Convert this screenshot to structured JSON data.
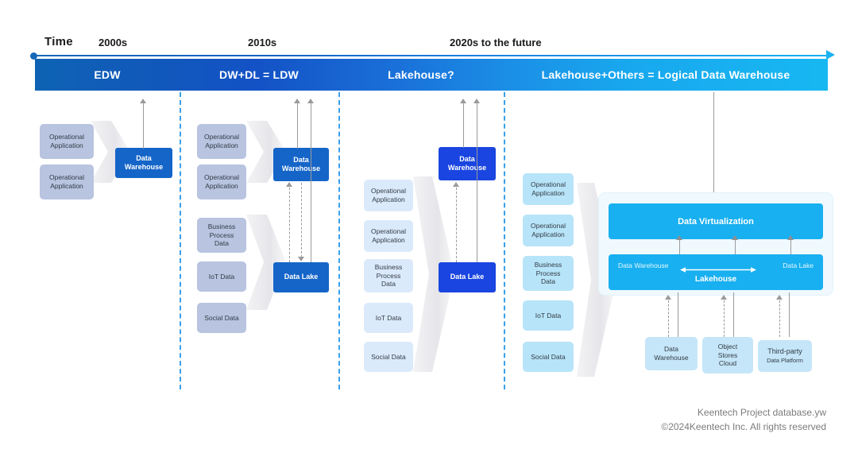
{
  "timeline": {
    "axis_label": "Time",
    "start_dot": "timeline-start-dot",
    "end_arrow": "timeline-end-arrow",
    "eras": [
      {
        "year": "2000s",
        "banner": "EDW"
      },
      {
        "year": "2010s",
        "banner": "DW+DL = LDW"
      },
      {
        "year": "2020s  to  the future",
        "banner": "Lakehouse?"
      },
      {
        "year": "",
        "banner": "Lakehouse+Others  =  Logical Data Warehouse"
      }
    ]
  },
  "columns": [
    {
      "id": "edw",
      "sources": [
        {
          "label": "Operational\nApplication"
        },
        {
          "label": "Operational\nApplication"
        }
      ],
      "nodes": [
        {
          "label": "Data\nWarehouse"
        }
      ]
    },
    {
      "id": "ldw",
      "sources": [
        {
          "label": "Operational\nApplication"
        },
        {
          "label": "Operational\nApplication"
        },
        {
          "label": "Business\nProcess\nData"
        },
        {
          "label": "IoT Data"
        },
        {
          "label": "Social Data"
        }
      ],
      "nodes": [
        {
          "label": "Data\nWarehouse"
        },
        {
          "label": "Data Lake"
        }
      ]
    },
    {
      "id": "lakehouse-question",
      "sources": [
        {
          "label": "Operational\nApplication"
        },
        {
          "label": "Operational\nApplication"
        },
        {
          "label": "Business\nProcess\nData"
        },
        {
          "label": "IoT Data"
        },
        {
          "label": "Social Data"
        }
      ],
      "nodes": [
        {
          "label": "Data\nWarehouse"
        },
        {
          "label": "Data Lake"
        }
      ]
    },
    {
      "id": "logical-dw",
      "sources": [
        {
          "label": "Operational\nApplication"
        },
        {
          "label": "Operational\nApplication"
        },
        {
          "label": "Business\nProcess\nData"
        },
        {
          "label": "IoT Data"
        },
        {
          "label": "Social Data"
        }
      ],
      "panel": {
        "virtualization_label": "Data Virtualization",
        "core": {
          "left_tag": "Data Warehouse",
          "right_tag": "Data Lake",
          "center_label": "Lakehouse"
        }
      },
      "storage": [
        {
          "line1": "Data",
          "line2": "Warehouse",
          "line3": ""
        },
        {
          "line1": "Object",
          "line2": "Stores",
          "line3": "Cloud"
        },
        {
          "line1": "Third-party",
          "line2": "Data Platform",
          "line3": ""
        }
      ]
    }
  ],
  "footer": {
    "line1": "Keentech Project database.yw",
    "line2": "©2024Keentech Inc. All rights reserved"
  },
  "colors": {
    "era_gradient_start": "#0e63b4",
    "era_gradient_end": "#17b8f2",
    "node_navy": "#1565c8",
    "node_royal": "#1a45e0",
    "node_bright": "#18b0f0",
    "divider": "#3aa0e8",
    "source_gray": "#b8c4e0",
    "source_light_blue": "#dbeafb",
    "source_cyan": "#b7e4f9",
    "connector_gray": "#9a9a9a",
    "footer_text": "#7b7b7b"
  }
}
